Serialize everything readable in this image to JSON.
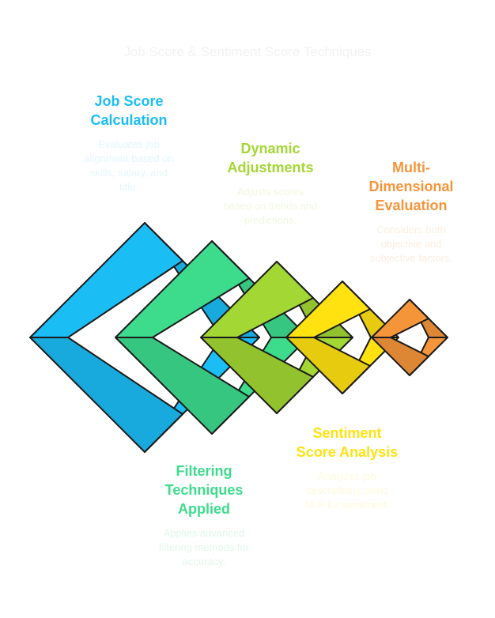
{
  "title": "Job Score & Sentiment Score Techniques",
  "stages": [
    {
      "heading": "Job Score\nCalculation",
      "description": "Evaluates job\nalignment based on\nskills, salary, and\ntitle.",
      "color": "#1BBDF5",
      "text_color": "#1BBDF5",
      "desc_color": "#E3F6FD"
    },
    {
      "heading": "Filtering\nTechniques\nApplied",
      "description": "Applies advanced\nfiltering methods for\naccuracy.",
      "color": "#3DDC8D",
      "text_color": "#3DDC8D",
      "desc_color": "#E2F8EC"
    },
    {
      "heading": "Dynamic\nAdjustments",
      "description": "Adjusts scores\nbased on trends and\npredictions.",
      "color": "#A3D734",
      "text_color": "#A3D734",
      "desc_color": "#F0F8E0"
    },
    {
      "heading": "Sentiment\nScore Analysis",
      "description": "Analyzes job\ndescriptions using\nNLP for sentiment.",
      "color": "#FFE210",
      "text_color": "#FFE210",
      "desc_color": "#FFF9DA"
    },
    {
      "heading": "Multi-\nDimensional\nEvaluation",
      "description": "Considers both\nobjective and\nsubjective factors.",
      "color": "#F5953A",
      "text_color": "#F5953A",
      "desc_color": "#FDEEDF"
    }
  ]
}
